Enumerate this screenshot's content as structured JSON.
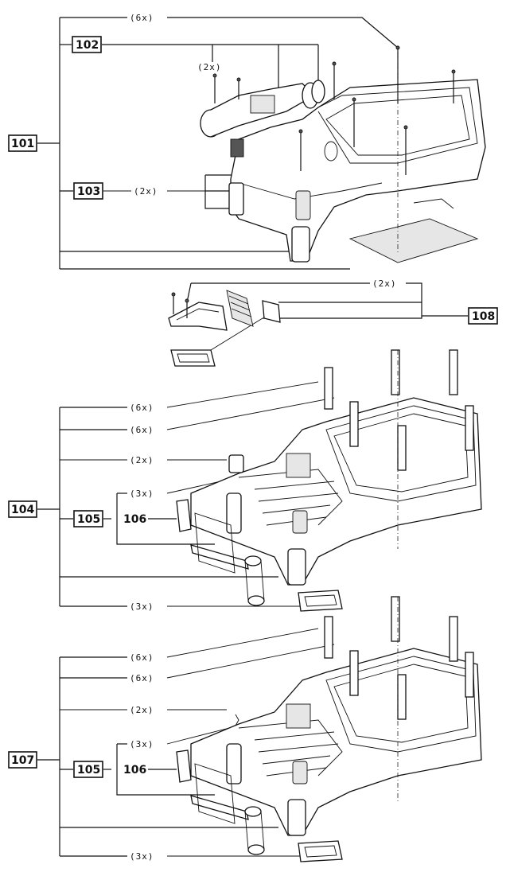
{
  "callouts": {
    "c101": "101",
    "c102": "102",
    "c103": "103",
    "c104": "104",
    "c105a": "105",
    "c106a": "106",
    "c107": "107",
    "c105b": "105",
    "c106b": "106",
    "c108": "108"
  },
  "quantities": {
    "q_top_6x": "(6x)",
    "q_102_2x": "(2x)",
    "q_103_2x": "(2x)",
    "q_108_2x": "(2x)",
    "q_104_6x_a": "(6x)",
    "q_104_6x_b": "(6x)",
    "q_104_2x": "(2x)",
    "q_104_3x_a": "(3x)",
    "q_104_3x_b": "(3x)",
    "q_107_6x_a": "(6x)",
    "q_107_6x_b": "(6x)",
    "q_107_2x": "(2x)",
    "q_107_3x_a": "(3x)",
    "q_107_3x_b": "(3x)"
  }
}
